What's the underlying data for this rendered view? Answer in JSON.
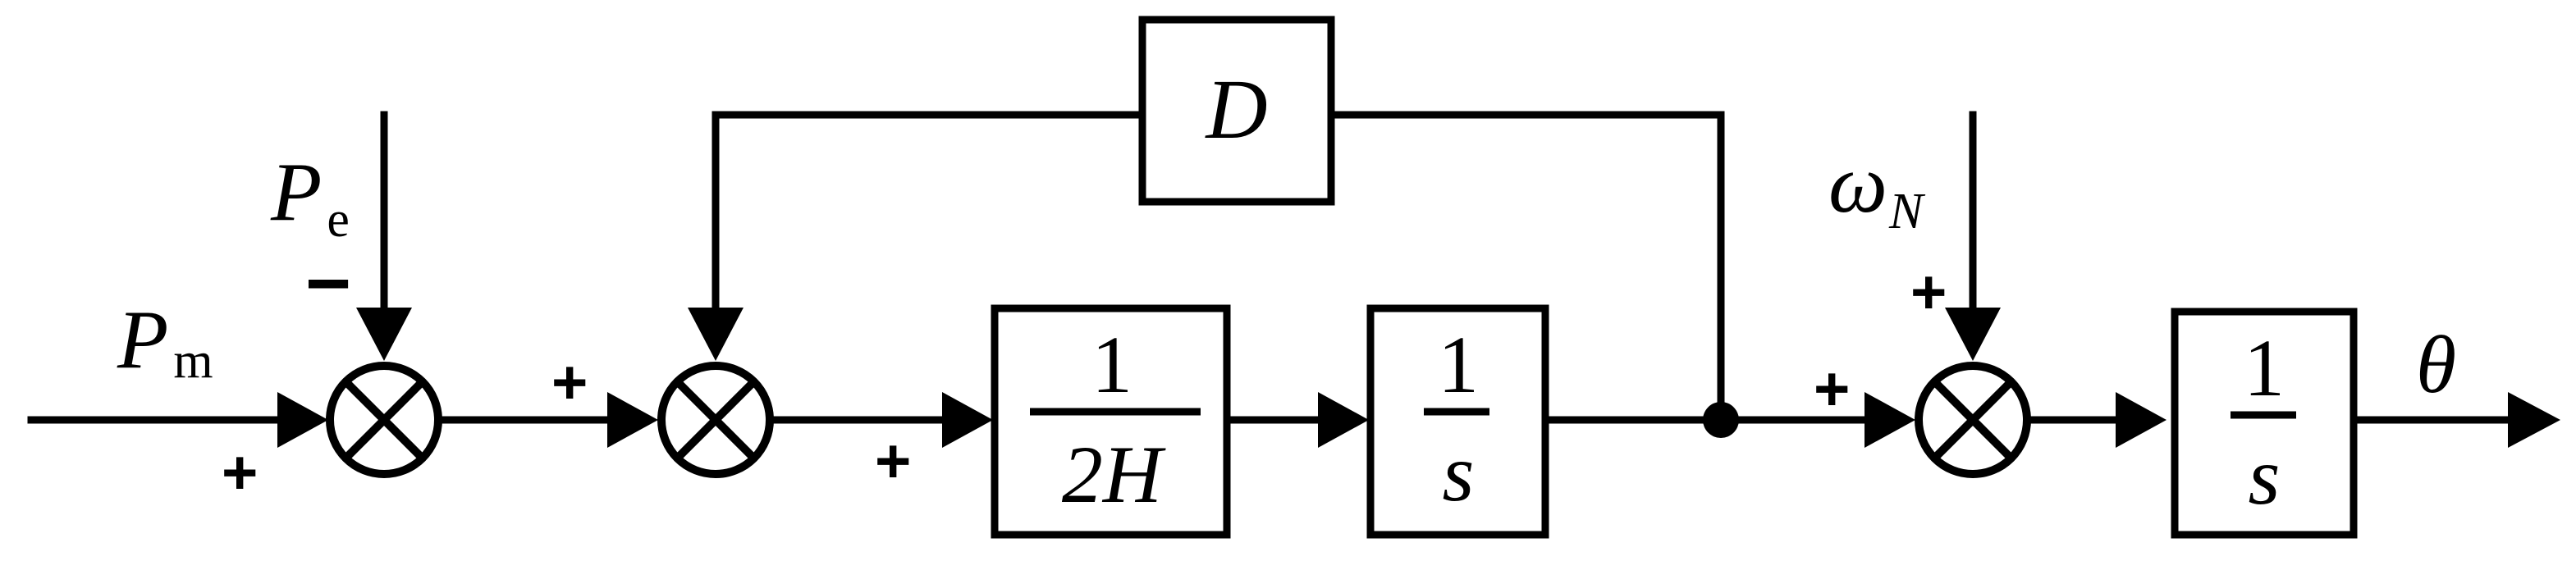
{
  "inputs": {
    "pm": {
      "main": "P",
      "sub": "m"
    },
    "pe": {
      "main": "P",
      "sub": "e"
    },
    "omega": {
      "main": "ω",
      "sub": "N"
    }
  },
  "output": {
    "label": "θ"
  },
  "blocks": {
    "damping": {
      "label": "D"
    },
    "inertia": {
      "numerator": "1",
      "denominator": "2H"
    },
    "integrator1": {
      "numerator": "1",
      "denominator": "s"
    },
    "integrator2": {
      "numerator": "1",
      "denominator": "s"
    }
  },
  "signs": {
    "sum1_pm": "+",
    "sum1_pe": "−",
    "sum2_in": "+",
    "sum2_feedback_to_block": "+",
    "sum3_in": "+",
    "sum3_omega": "+"
  }
}
